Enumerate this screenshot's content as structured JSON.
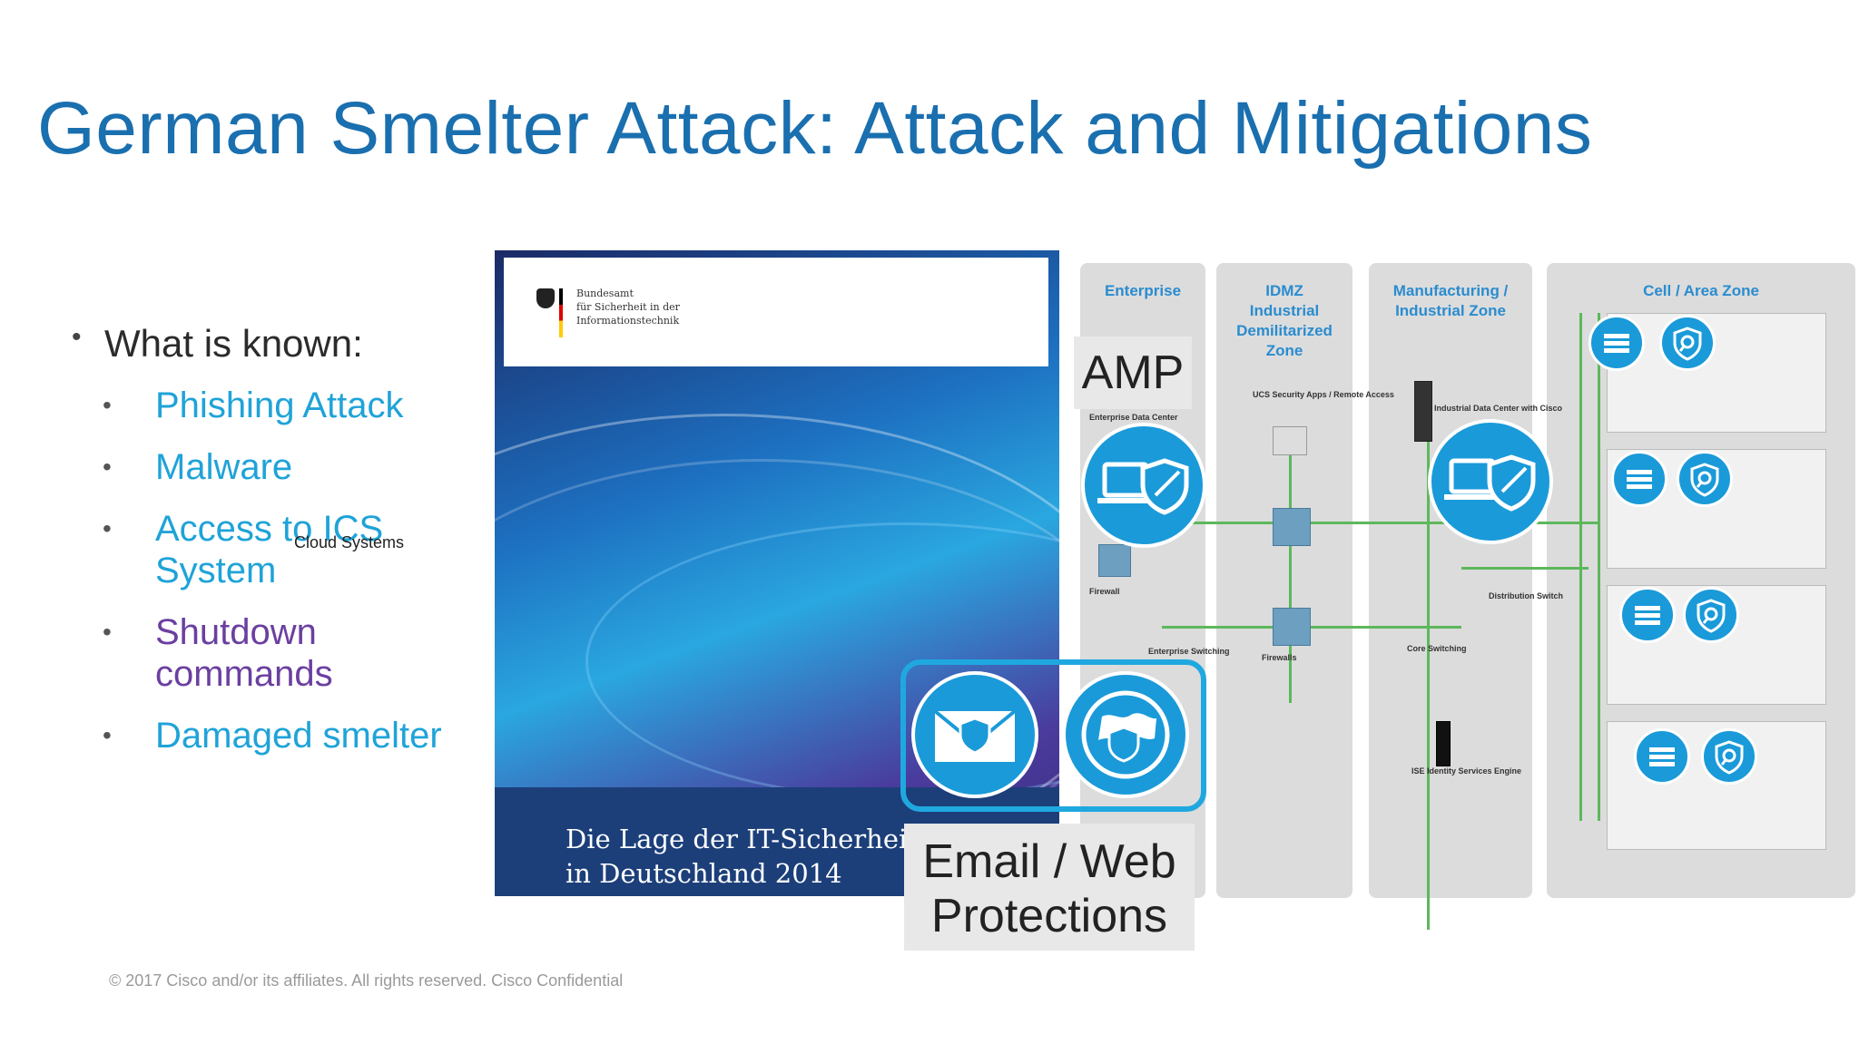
{
  "title": "German Smelter Attack: Attack and Mitigations",
  "bullets": {
    "heading": "What is known:",
    "items": [
      {
        "label": "Phishing Attack"
      },
      {
        "label": "Malware"
      },
      {
        "label": "Access to ICS"
      },
      {
        "label": "System"
      },
      {
        "label": "Shutdown"
      },
      {
        "label": "commands"
      },
      {
        "label": "Damaged smelter"
      }
    ],
    "overlay": "Cloud Systems"
  },
  "book": {
    "publisher_lines": [
      "Bundesamt",
      "für Sicherheit in der",
      "Informationstechnik"
    ],
    "title_line1": "Die Lage der IT-Sicherheit",
    "title_line2": "in Deutschland 2014"
  },
  "diagram": {
    "zones": [
      "Enterprise",
      "IDMZ Industrial Demilitarized Zone",
      "Manufacturing / Industrial Zone",
      "Cell / Area Zone"
    ],
    "zone_lines": {
      "enterprise": [
        "Enterprise"
      ],
      "idmz": [
        "IDMZ",
        "Industrial",
        "Demilitarized",
        "Zone"
      ],
      "manufacturing": [
        "Manufacturing /",
        "Industrial Zone"
      ],
      "cell": [
        "Cell / Area Zone"
      ]
    },
    "labels": {
      "edc": "Enterprise Data Center",
      "firewall": "Firewall",
      "enterprise_switching": "Enterprise Switching",
      "ucs": "UCS Security Apps / Remote Access",
      "firewalls": "Firewalls",
      "idc": "Industrial Data Center with Cisco",
      "core_switching": "Core Switching",
      "distribution_switch": "Distribution Switch",
      "ise": "ISE Identity Services Engine"
    }
  },
  "callouts": {
    "amp": "AMP",
    "email_web_line1": "Email / Web",
    "email_web_line2": "Protections"
  },
  "icons": [
    "laptop-shield-icon",
    "envelope-shield-icon",
    "globe-shield-icon",
    "firewall-icon",
    "magnifier-shield-icon"
  ],
  "colors": {
    "title": "#1a6faf",
    "accent": "#1fa3d8",
    "purple": "#6b3fa0",
    "icon_blue": "#1a9ad9"
  },
  "footer": "© 2017  Cisco and/or its affiliates. All rights reserved.   Cisco Confidential"
}
